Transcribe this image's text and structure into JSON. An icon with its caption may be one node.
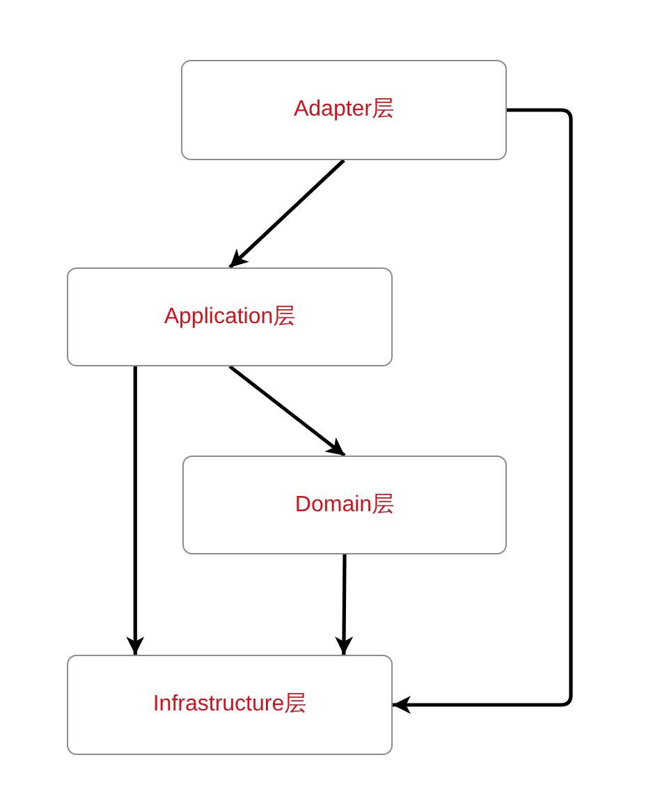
{
  "diagram": {
    "nodes": [
      {
        "text": [
          "Adapter层"
        ]
      },
      {
        "text": [
          "Application层"
        ]
      },
      {
        "text": [
          "Domain层"
        ]
      },
      {
        "text": [
          "Infrastructure层"
        ]
      }
    ],
    "edges": [
      {
        "from": 0,
        "to": 1,
        "arrow": "to"
      },
      {
        "from": 0,
        "to": 3,
        "arrow": "to"
      },
      {
        "from": 1,
        "to": 2,
        "arrow": "to"
      },
      {
        "from": 1,
        "to": 3,
        "arrow": "to"
      },
      {
        "from": 2,
        "to": 3,
        "arrow": "to"
      }
    ]
  }
}
